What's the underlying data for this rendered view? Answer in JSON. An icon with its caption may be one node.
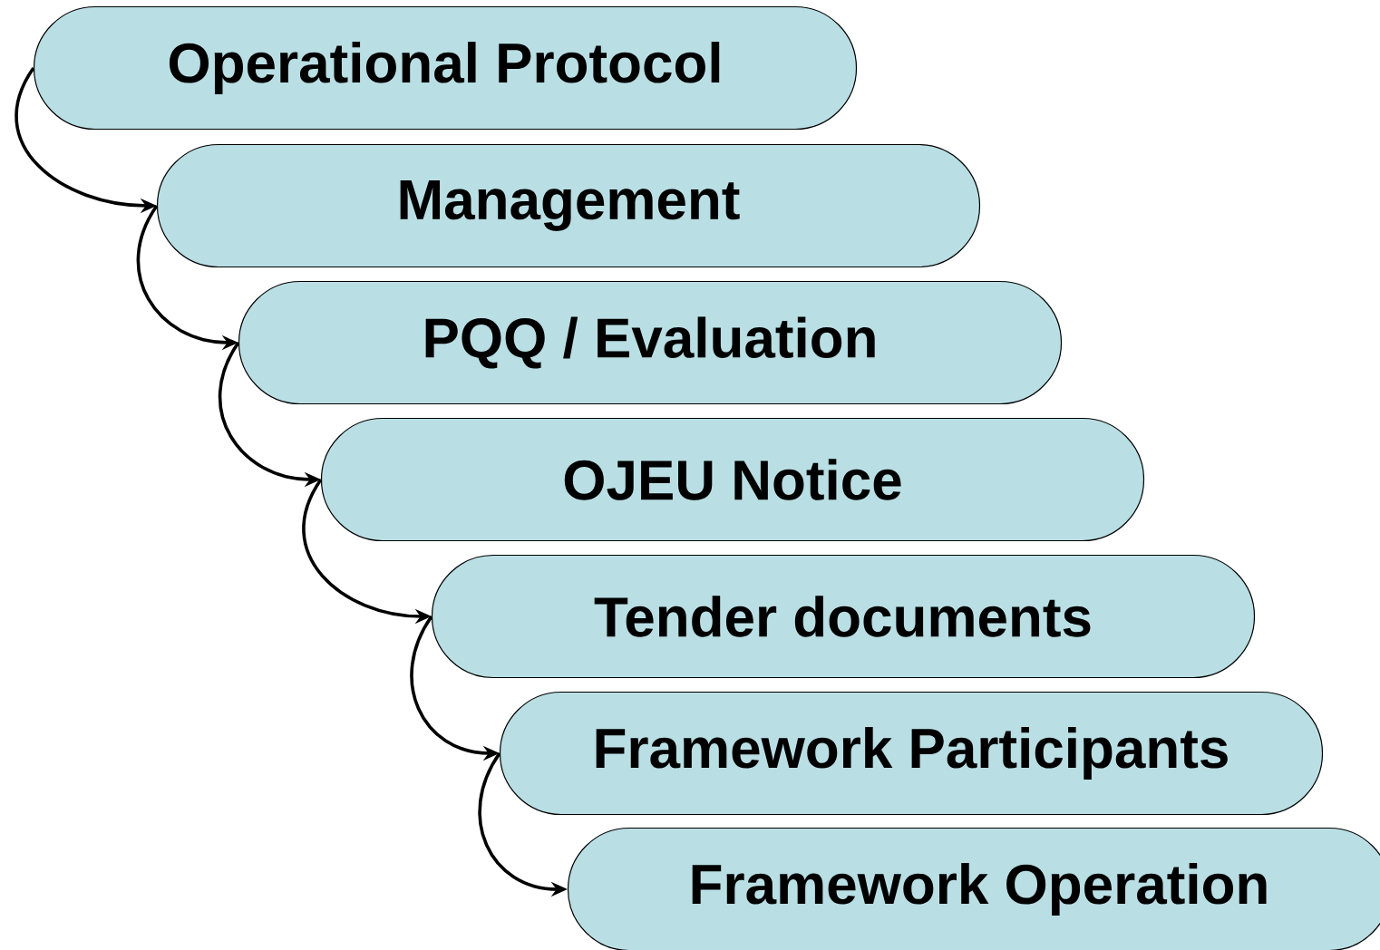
{
  "diagram": {
    "nodes": [
      {
        "text": [
          "Operational Protocol"
        ]
      },
      {
        "text": [
          "Management"
        ]
      },
      {
        "text": [
          "PQQ / Evaluation"
        ]
      },
      {
        "text": [
          "OJEU Notice"
        ]
      },
      {
        "text": [
          "Tender documents"
        ]
      },
      {
        "text": [
          "Framework Participants"
        ]
      },
      {
        "text": [
          "Framework Operation"
        ]
      }
    ],
    "edges": [
      {
        "from": 0,
        "to": 1,
        "arrow": "to"
      },
      {
        "from": 1,
        "to": 2,
        "arrow": "to"
      },
      {
        "from": 2,
        "to": 3,
        "arrow": "to"
      },
      {
        "from": 3,
        "to": 4,
        "arrow": "to"
      },
      {
        "from": 4,
        "to": 5,
        "arrow": "to"
      },
      {
        "from": 5,
        "to": 6,
        "arrow": "to"
      }
    ]
  }
}
